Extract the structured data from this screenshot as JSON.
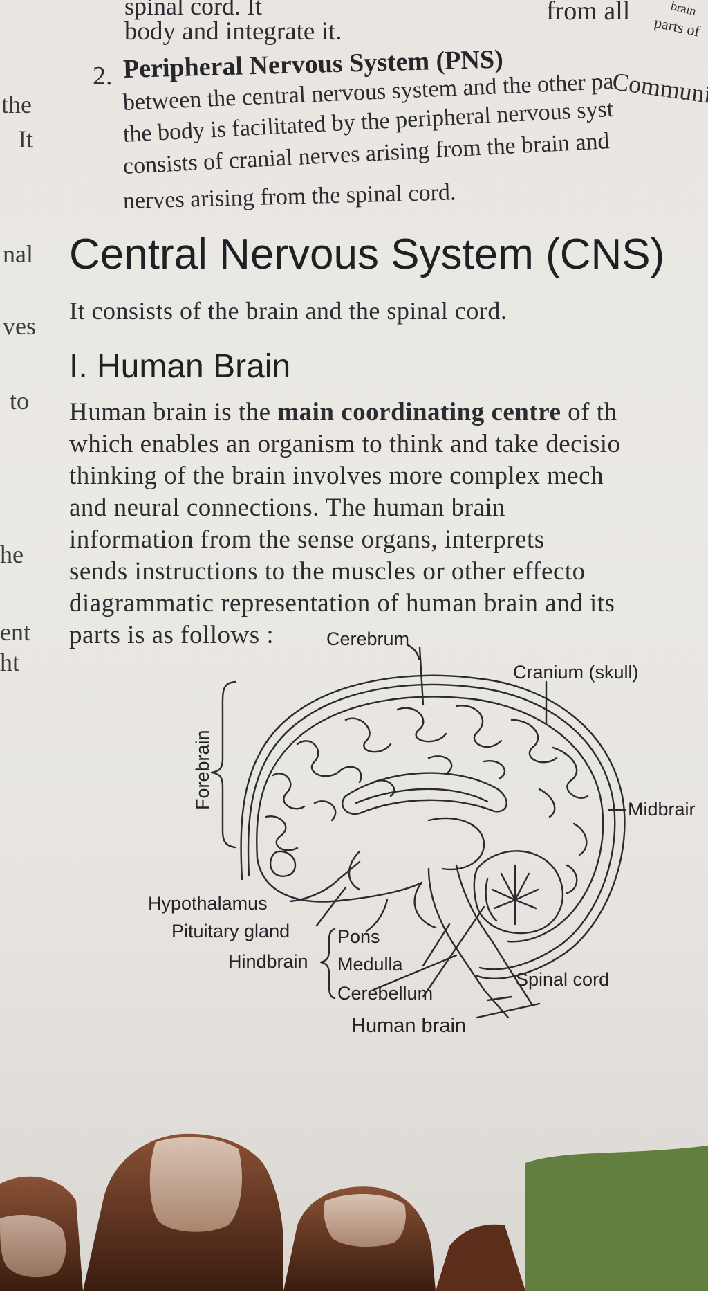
{
  "margin_words": [
    "the",
    "It",
    "nal",
    "ves",
    "to",
    "he",
    "ent",
    "ht"
  ],
  "top_text": {
    "line0": "spinal cord. It",
    "line1": "body and integrate it.",
    "top_right": "from all",
    "top_right_small": "parts of",
    "top_right_tiny": "brain"
  },
  "pns": {
    "item_number": "2.",
    "title": "Peripheral Nervous System (PNS)",
    "title_tail": "Communi",
    "lines": [
      "between the central nervous system and the other pa",
      "the body is facilitated by the peripheral nervous syst",
      "consists of cranial nerves arising from the brain and",
      "nerves arising from the spinal cord."
    ]
  },
  "cns": {
    "heading": "Central Nervous System (CNS)",
    "intro": "It consists of the brain and the spinal cord."
  },
  "brain_section": {
    "heading": "I. Human Brain",
    "para_lines": [
      {
        "pre": "Human brain is the ",
        "bold": "main coordinating centre",
        "post": " of th"
      },
      {
        "pre": "which enables an organism to think and take decisio",
        "bold": "",
        "post": ""
      },
      {
        "pre": "thinking of the brain involves more complex mech",
        "bold": "",
        "post": ""
      },
      {
        "pre": "and  neural  connections.  The  human  brain",
        "bold": "",
        "post": ""
      },
      {
        "pre": "information  from  the  sense  organs,  interprets",
        "bold": "",
        "post": ""
      },
      {
        "pre": "sends  instructions  to  the  muscles  or  other effecto",
        "bold": "",
        "post": ""
      },
      {
        "pre": "diagrammatic representation of human brain and its",
        "bold": "",
        "post": ""
      },
      {
        "pre": "parts is as follows :",
        "bold": "",
        "post": ""
      }
    ]
  },
  "diagram": {
    "labels": {
      "cerebrum": "Cerebrum",
      "cranium": "Cranium (skull)",
      "forebrain": "Forebrain",
      "midbrain": "Midbrair",
      "hypothalamus": "Hypothalamus",
      "pituitary": "Pituitary gland",
      "hindbrain": "Hindbrain",
      "pons": "Pons",
      "medulla": "Medulla",
      "cerebellum": "Cerebellum",
      "spinal_cord": "Spinal cord"
    },
    "caption": "Human brain"
  },
  "colors": {
    "paper": "#e9e6e1",
    "ink": "#2b2b31",
    "skin": "#6b3a24"
  }
}
